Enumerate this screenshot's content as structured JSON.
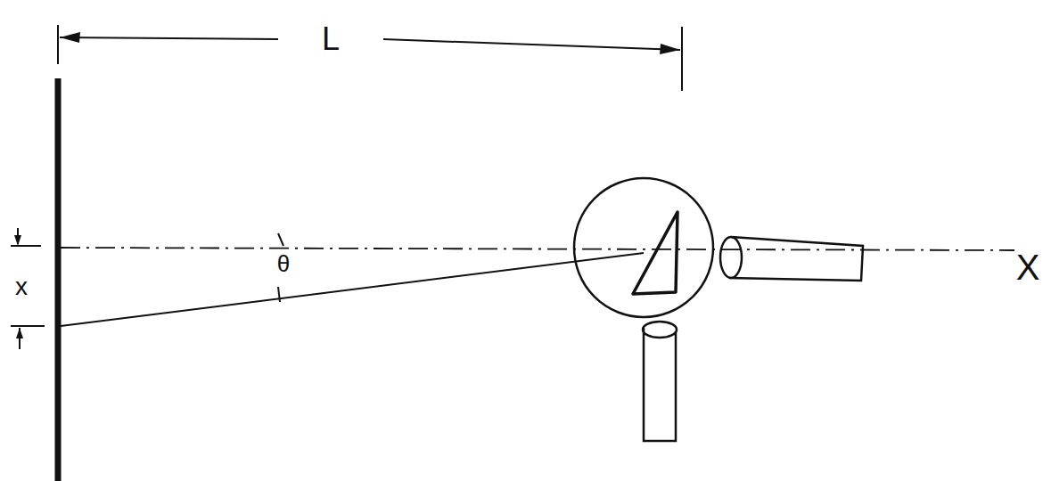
{
  "diagram": {
    "labels": [
      "L",
      "x",
      "θ",
      "X"
    ]
  }
}
